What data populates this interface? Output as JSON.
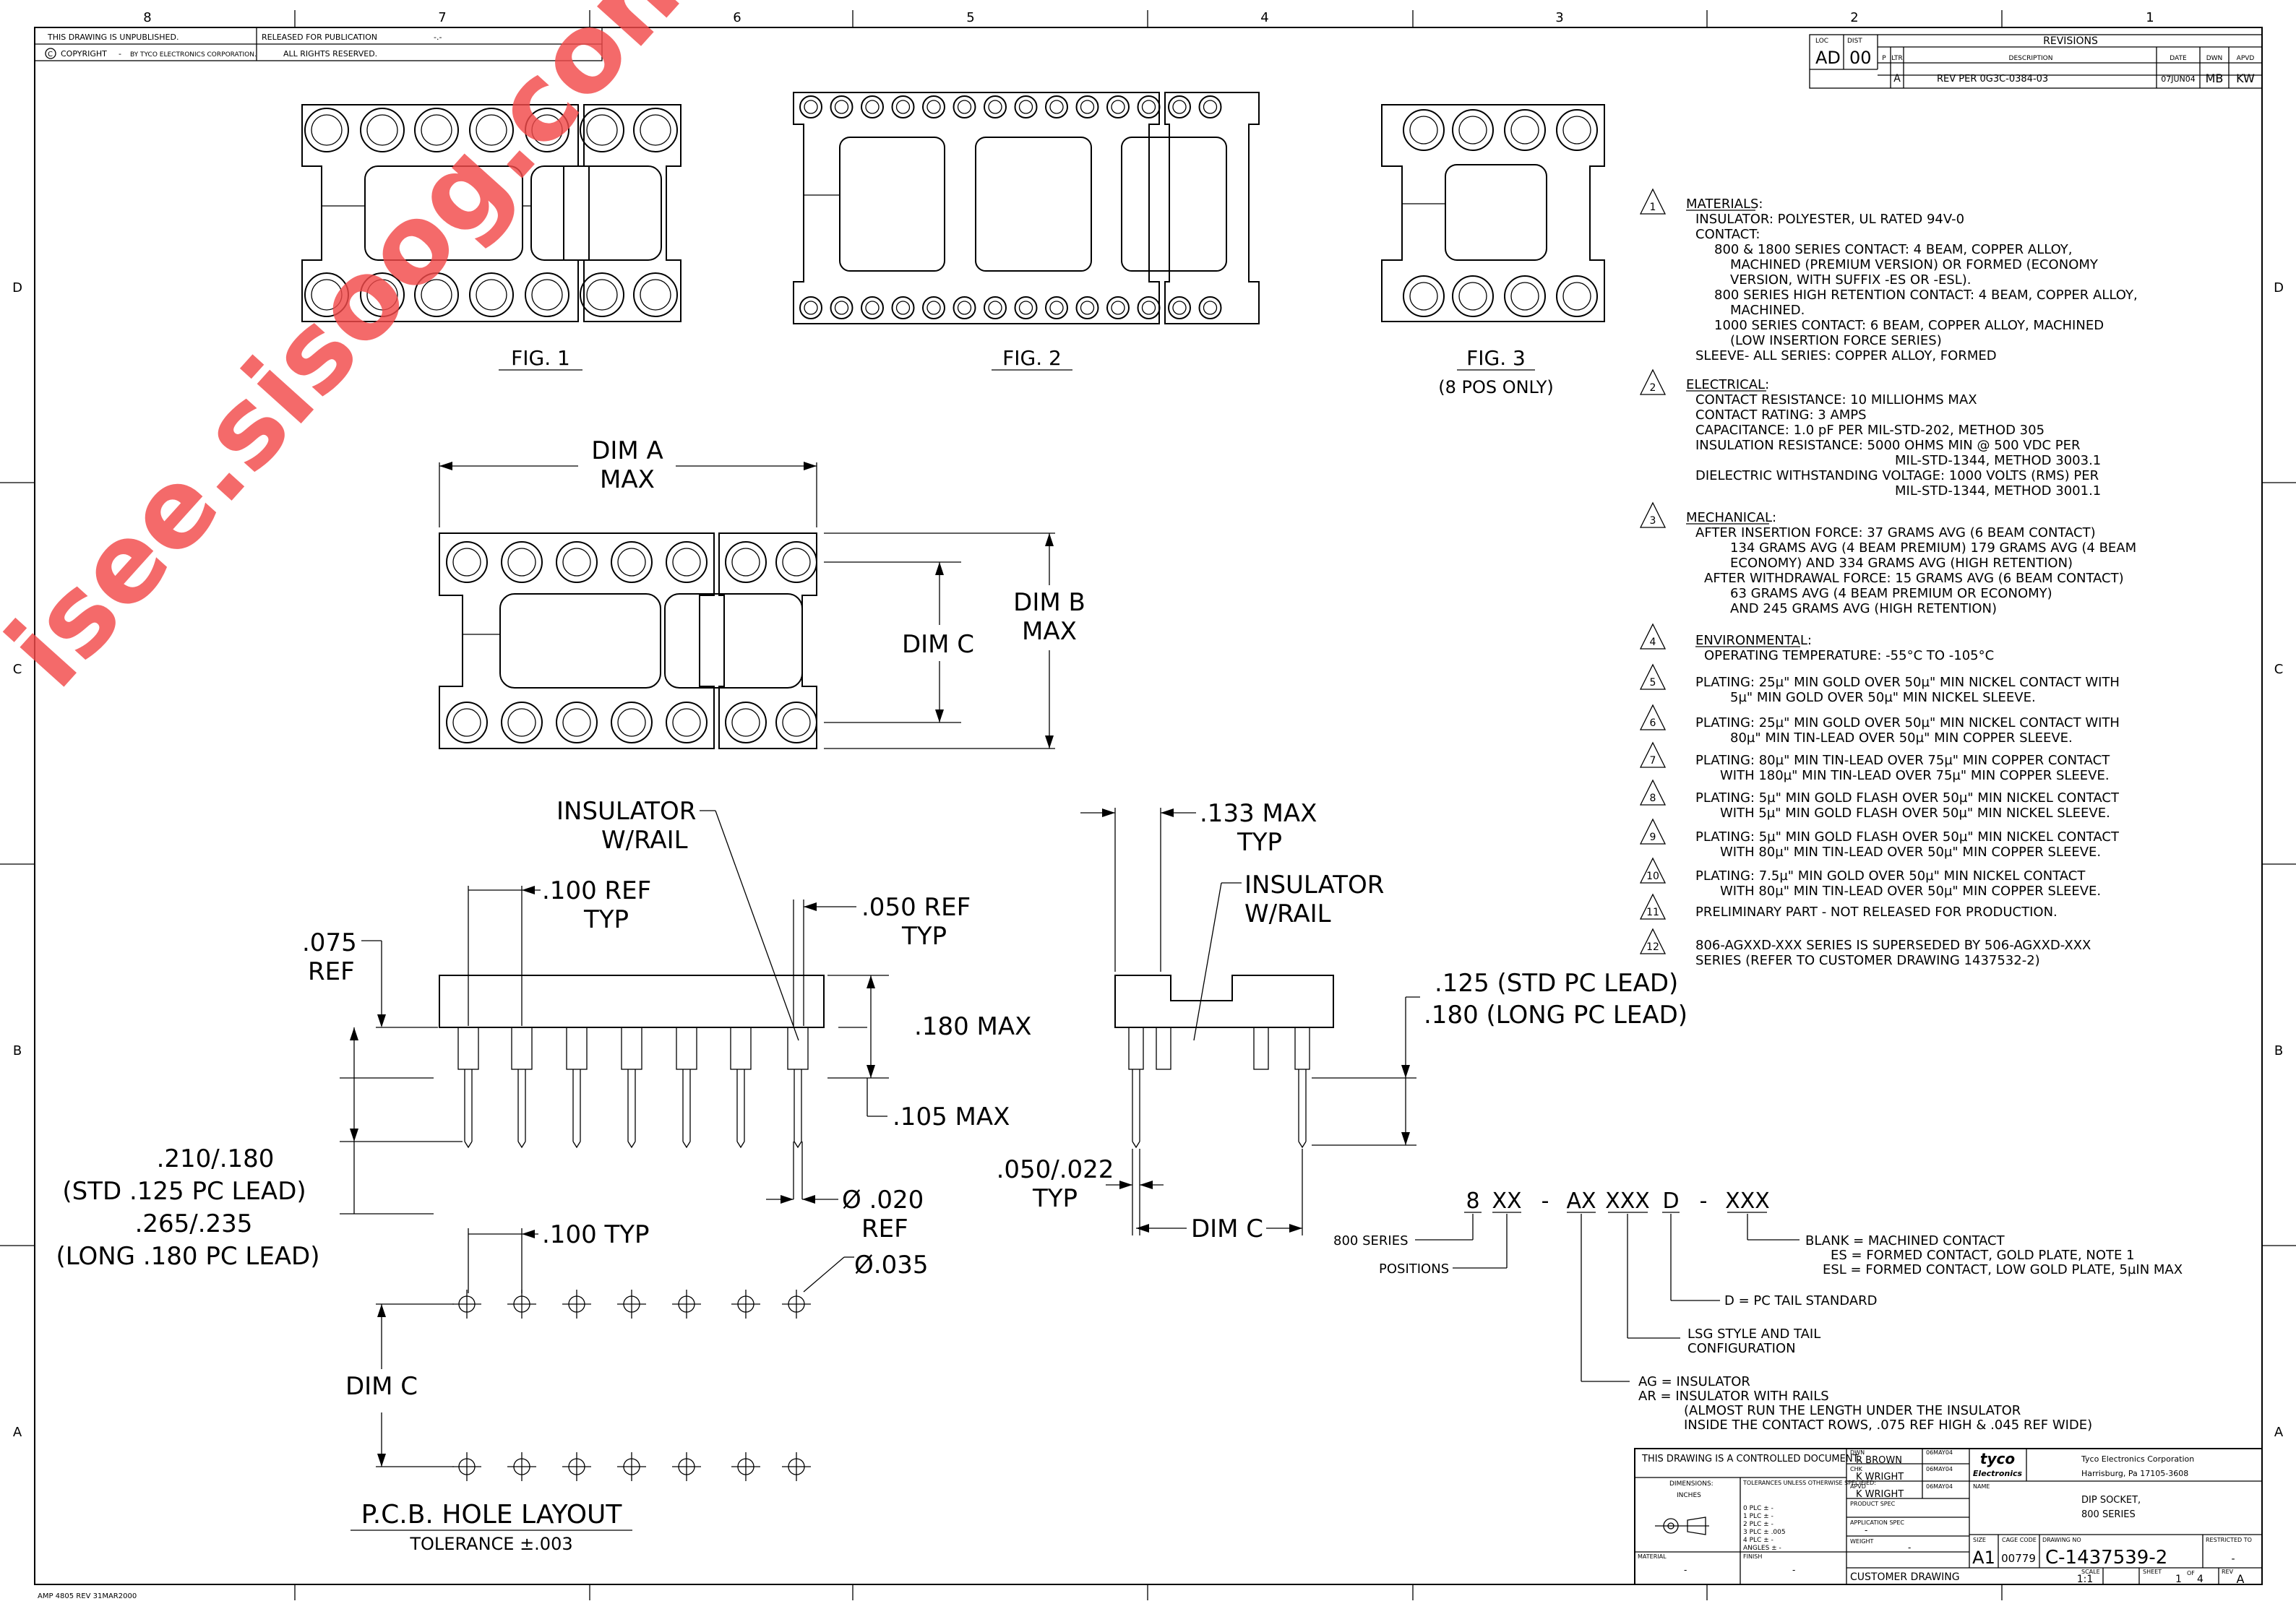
{
  "border": {
    "top_zones": [
      "8",
      "7",
      "6",
      "5",
      "4",
      "3",
      "2",
      "1"
    ],
    "side_zones": [
      "D",
      "C",
      "B",
      "A"
    ]
  },
  "header_left": {
    "unpublished": "THIS DRAWING IS UNPUBLISHED.",
    "released": "RELEASED FOR PUBLICATION",
    "released_val": "-.-",
    "copyright": "COPYRIGHT",
    "copyright_dash": "-",
    "copyright_by": "BY TYCO ELECTRONICS CORPORATION.",
    "rights": "ALL RIGHTS RESERVED."
  },
  "revisions": {
    "loc_label": "LOC",
    "dist_label": "DIST",
    "loc": "AD",
    "dist": "00",
    "title": "REVISIONS",
    "col_p": "P",
    "col_ltr": "LTR",
    "col_desc": "DESCRIPTION",
    "col_date": "DATE",
    "col_dwn": "DWN",
    "col_apvd": "APVD",
    "row_ltr": "A",
    "row_desc": "REV PER 0G3C-0384-03",
    "row_date": "07JUN04",
    "row_dwn": "MB",
    "row_apvd": "KW"
  },
  "figures": {
    "fig1": "FIG. 1",
    "fig2": "FIG. 2",
    "fig3": "FIG. 3",
    "fig3_sub": "(8 POS ONLY)"
  },
  "dims": {
    "dim_a1": "DIM A",
    "dim_a2": "MAX",
    "dim_b1": "DIM B",
    "dim_b2": "MAX",
    "dim_c": "DIM C",
    "insulator1": "INSULATOR",
    "insulator2": "W/RAIL",
    "ref100_1": ".100 REF",
    "ref100_2": "TYP",
    "ref050_1": ".050 REF",
    "ref050_2": "TYP",
    "ref075_1": ".075",
    "ref075_2": "REF",
    "max180": ".180 MAX",
    "max105": ".105 MAX",
    "lead1": ".210/.180",
    "lead2": "(STD .125 PC LEAD)",
    "lead3": ".265/.235",
    "lead4": "(LONG .180 PC LEAD)",
    "phi020_1": "Ø .020",
    "phi020_2": "REF",
    "max133_1": ".133 MAX",
    "max133_2": "TYP",
    "std_lead": ".125 (STD PC LEAD)",
    "long_lead": ".180 (LONG PC LEAD)",
    "w050_1": ".050/.022",
    "w050_2": "TYP",
    "typ100": ".100 TYP",
    "phi035": "Ø.035",
    "pcb_title": "P.C.B. HOLE LAYOUT",
    "tolerance": "TOLERANCE ±.003"
  },
  "part_number": {
    "p1": "8",
    "p2": "XX",
    "p3": "-",
    "p4": "AX",
    "p5": "XXX",
    "p6": "D",
    "p7": "-",
    "p8": "XXX",
    "series": "800 SERIES",
    "positions": "POSITIONS",
    "blank": "BLANK = MACHINED CONTACT",
    "es": "ES = FORMED CONTACT, GOLD PLATE, NOTE 1",
    "esl": "ESL = FORMED CONTACT, LOW GOLD PLATE, 5µIN MAX",
    "d": "D = PC TAIL STANDARD",
    "lsg1": "LSG STYLE AND TAIL",
    "lsg2": "CONFIGURATION",
    "ag": "AG = INSULATOR",
    "ar": "AR = INSULATOR WITH RAILS",
    "ar2": "(ALMOST RUN THE LENGTH UNDER THE INSULATOR",
    "ar3": "INSIDE THE CONTACT ROWS, .075 REF HIGH & .045 REF WIDE)"
  },
  "notes": [
    {
      "num": "1",
      "lines": [
        "MATERIALS:",
        "INSULATOR: POLYESTER, UL RATED 94V-0",
        "CONTACT:",
        "800 & 1800 SERIES CONTACT: 4 BEAM, COPPER ALLOY,",
        "MACHINED (PREMIUM VERSION) OR FORMED (ECONOMY",
        "VERSION, WITH SUFFIX -ES OR -ESL).",
        "800 SERIES HIGH RETENTION CONTACT: 4 BEAM, COPPER ALLOY,",
        "MACHINED.",
        "1000 SERIES CONTACT: 6 BEAM, COPPER ALLOY, MACHINED",
        "(LOW INSERTION FORCE SERIES)",
        "SLEEVE- ALL SERIES: COPPER ALLOY, FORMED"
      ]
    },
    {
      "num": "2",
      "lines": [
        "ELECTRICAL:",
        "CONTACT RESISTANCE: 10 MILLIOHMS MAX",
        "CONTACT RATING: 3 AMPS",
        "CAPACITANCE: 1.0 pF PER MIL-STD-202, METHOD 305",
        "INSULATION RESISTANCE: 5000 OHMS MIN @ 500 VDC PER",
        "MIL-STD-1344, METHOD 3003.1",
        "DIELECTRIC WITHSTANDING VOLTAGE: 1000 VOLTS (RMS) PER",
        "MIL-STD-1344, METHOD 3001.1"
      ]
    },
    {
      "num": "3",
      "lines": [
        "MECHANICAL:",
        "AFTER INSERTION FORCE: 37 GRAMS AVG (6 BEAM CONTACT)",
        "134 GRAMS AVG (4 BEAM PREMIUM) 179 GRAMS AVG (4 BEAM",
        "ECONOMY) AND 334 GRAMS AVG (HIGH RETENTION)",
        "AFTER WITHDRAWAL FORCE: 15 GRAMS AVG (6 BEAM CONTACT)",
        "63 GRAMS AVG (4 BEAM PREMIUM OR ECONOMY)",
        "AND 245 GRAMS AVG (HIGH RETENTION)"
      ]
    },
    {
      "num": "4",
      "lines": [
        "ENVIRONMENTAL:",
        "OPERATING TEMPERATURE: -55°C TO -105°C"
      ]
    },
    {
      "num": "5",
      "lines": [
        "PLATING: 25µ\" MIN GOLD OVER 50µ\" MIN NICKEL CONTACT WITH",
        "5µ\" MIN GOLD OVER 50µ\" MIN NICKEL SLEEVE."
      ]
    },
    {
      "num": "6",
      "lines": [
        "PLATING: 25µ\" MIN GOLD OVER 50µ\" MIN NICKEL CONTACT WITH",
        "80µ\" MIN TIN-LEAD OVER 50µ\" MIN COPPER SLEEVE."
      ]
    },
    {
      "num": "7",
      "lines": [
        "PLATING: 80µ\" MIN TIN-LEAD OVER 75µ\" MIN COPPER CONTACT",
        "WITH 180µ\" MIN TIN-LEAD OVER 75µ\" MIN COPPER SLEEVE."
      ]
    },
    {
      "num": "8",
      "lines": [
        "PLATING: 5µ\" MIN GOLD FLASH OVER 50µ\" MIN NICKEL CONTACT",
        "WITH 5µ\" MIN GOLD FLASH OVER 50µ\" MIN NICKEL SLEEVE."
      ]
    },
    {
      "num": "9",
      "lines": [
        "PLATING: 5µ\" MIN GOLD FLASH OVER 50µ\" MIN NICKEL CONTACT",
        "WITH 80µ\" MIN TIN-LEAD OVER 50µ\" MIN COPPER SLEEVE."
      ]
    },
    {
      "num": "10",
      "lines": [
        "PLATING: 7.5µ\" MIN GOLD OVER 50µ\" MIN NICKEL CONTACT",
        "WITH 80µ\" MIN TIN-LEAD OVER 50µ\" MIN COPPER SLEEVE."
      ]
    },
    {
      "num": "11",
      "lines": [
        "PRELIMINARY PART - NOT RELEASED FOR PRODUCTION."
      ]
    },
    {
      "num": "12",
      "lines": [
        "806-AGXXD-XXX SERIES IS SUPERSEDED BY 506-AGXXD-XXX",
        "SERIES (REFER TO CUSTOMER DRAWING 1437532-2)"
      ]
    }
  ],
  "title_block": {
    "controlled": "THIS DRAWING IS A CONTROLLED DOCUMENT.",
    "dwn_label": "DWN",
    "dwn_name": "R BROWN",
    "dwn_date": "06MAY04",
    "chk_label": "CHK",
    "chk_name": "K WRIGHT",
    "chk_date": "06MAY04",
    "apvd_label": "APVD",
    "apvd_name": "K WRIGHT",
    "apvd_date": "06MAY04",
    "dimensions": "DIMENSIONS:",
    "inches": "INCHES",
    "tolerances": "TOLERANCES UNLESS OTHERWISE SPECIFIED:",
    "tol_lines": [
      "0 PLC  ± -",
      "1 PLC  ± -",
      "2 PLC  ± -",
      "3 PLC  ± .005",
      "4 PLC  ± -",
      "ANGLES  ± -"
    ],
    "product_spec": "PRODUCT SPEC",
    "application_spec": "APPLICATION SPEC",
    "app_val": "-",
    "weight": "WEIGHT",
    "weight_val": "-",
    "material": "MATERIAL",
    "material_val": "-",
    "finish": "FINISH",
    "finish_val": "-",
    "logo1": "tyco",
    "logo2": "Electronics",
    "company": "Tyco Electronics Corporation",
    "address": "Harrisburg, Pa 17105-3608",
    "name_label": "NAME",
    "name1": "DIP SOCKET,",
    "name2": "800 SERIES",
    "size_label": "SIZE",
    "size": "A1",
    "cage_label": "CAGE CODE",
    "cage": "00779",
    "dwg_label": "DRAWING NO",
    "dwg": "C-1437539-2",
    "restricted_label": "RESTRICTED TO",
    "restricted": "-",
    "customer": "CUSTOMER DRAWING",
    "scale_label": "SCALE",
    "scale": "1:1",
    "sheet_label": "SHEET",
    "sheet": "1",
    "of_label": "OF",
    "sheets": "4",
    "rev_label": "REV",
    "rev": "A"
  },
  "footer": "AMP 4805 REV 31MAR2000",
  "watermark": "isee.sisoog.com",
  "colors": {
    "watermark": "#f24a4a",
    "ink": "#000000"
  }
}
